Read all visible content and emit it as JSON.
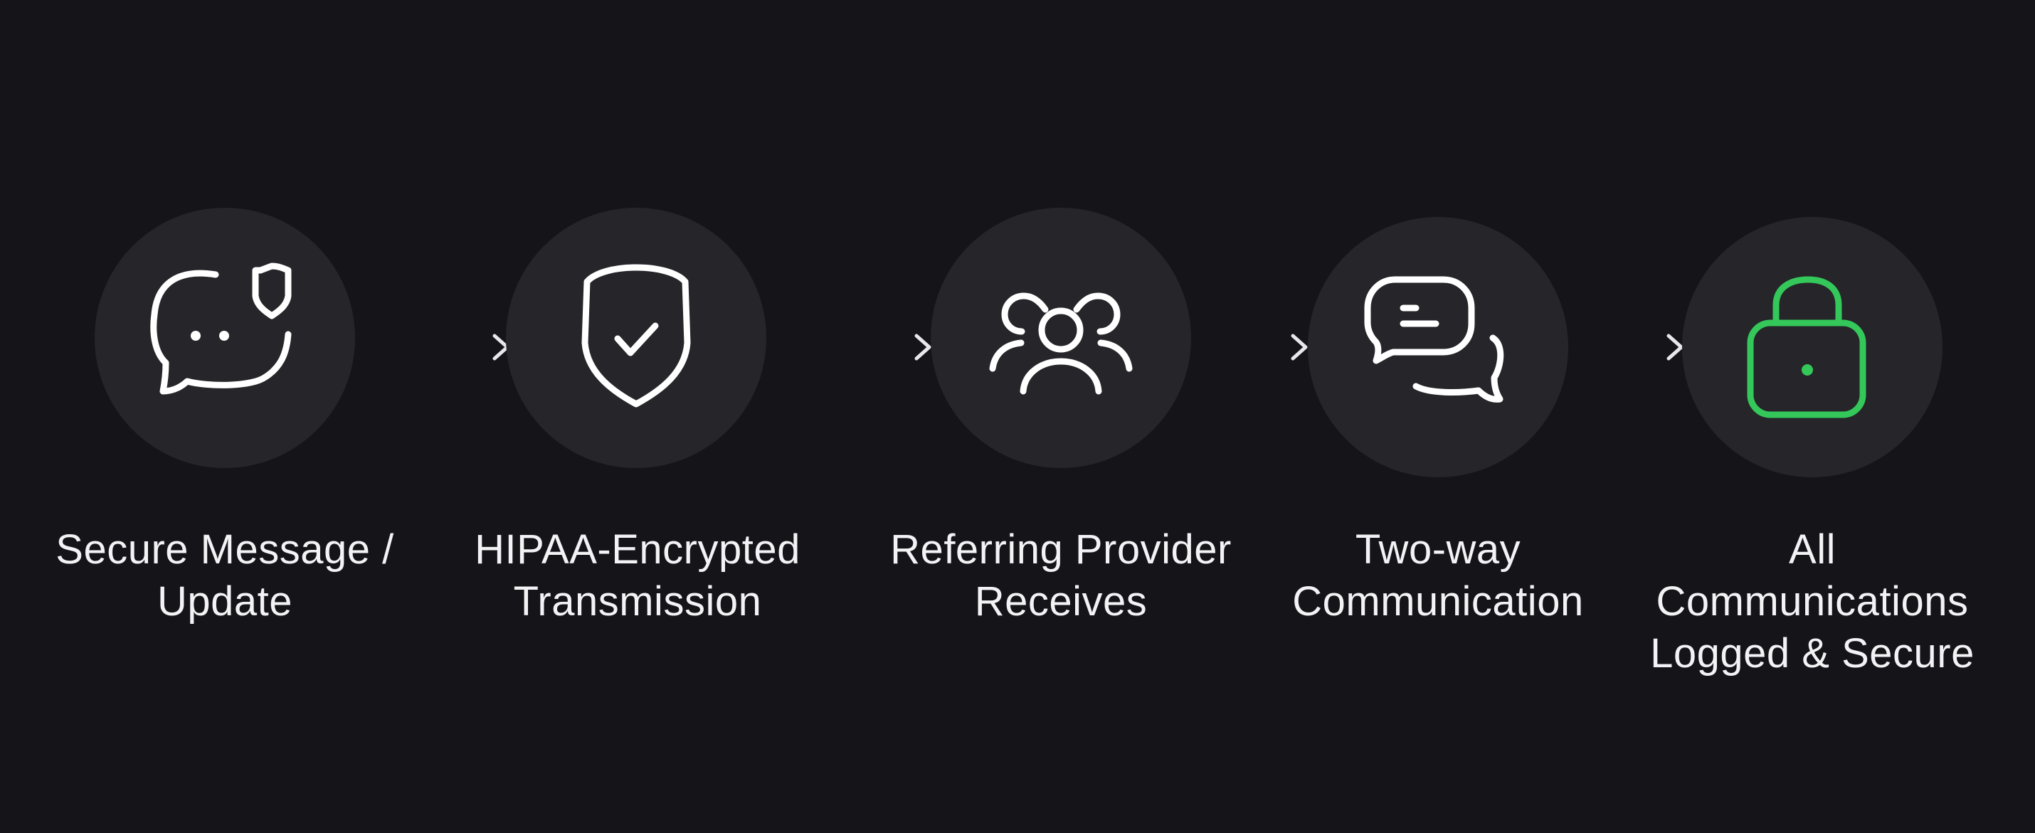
{
  "colors": {
    "background": "#141419",
    "circle": "#25252a",
    "icon": "#ffffff",
    "accent": "#34c759"
  },
  "steps": [
    {
      "icon": "chat-shield-icon",
      "label_lines": [
        "Secure Message /",
        "Update"
      ]
    },
    {
      "icon": "shield-check-icon",
      "label_lines": [
        "HIPAA-Encrypted",
        "Transmission"
      ]
    },
    {
      "icon": "users-icon",
      "label_lines": [
        "Referring Provider",
        "Receives"
      ]
    },
    {
      "icon": "chat-bubbles-icon",
      "label_lines": [
        "Two-way",
        "Communication"
      ]
    },
    {
      "icon": "lock-icon",
      "label_lines": [
        "All",
        "Communications",
        "Logged & Secure"
      ]
    }
  ]
}
